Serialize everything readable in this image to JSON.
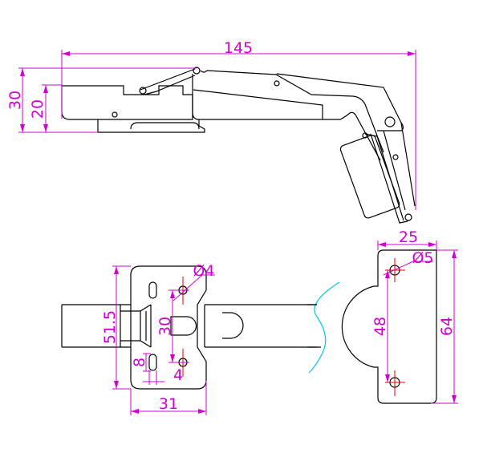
{
  "title": "Concealed hinge technical drawing",
  "colors": {
    "outline": "#000000",
    "dimension": "#d000d0",
    "centerline": "#e00000",
    "door_edge": "#00c8d8"
  },
  "side_view": {
    "dimensions": {
      "overall_length": "145",
      "height_total": "30",
      "cup_height": "20"
    }
  },
  "plan_view": {
    "dimensions": {
      "plate_height": "51.5",
      "plate_width": "31",
      "hole_spacing": "30",
      "hole_diameter": "Ø4",
      "slot_length": "8",
      "slot_width": "4"
    }
  },
  "mounting_plate_view": {
    "dimensions": {
      "plate_width": "25",
      "plate_height": "64",
      "hole_spacing": "48",
      "hole_diameter": "Ø5"
    }
  }
}
